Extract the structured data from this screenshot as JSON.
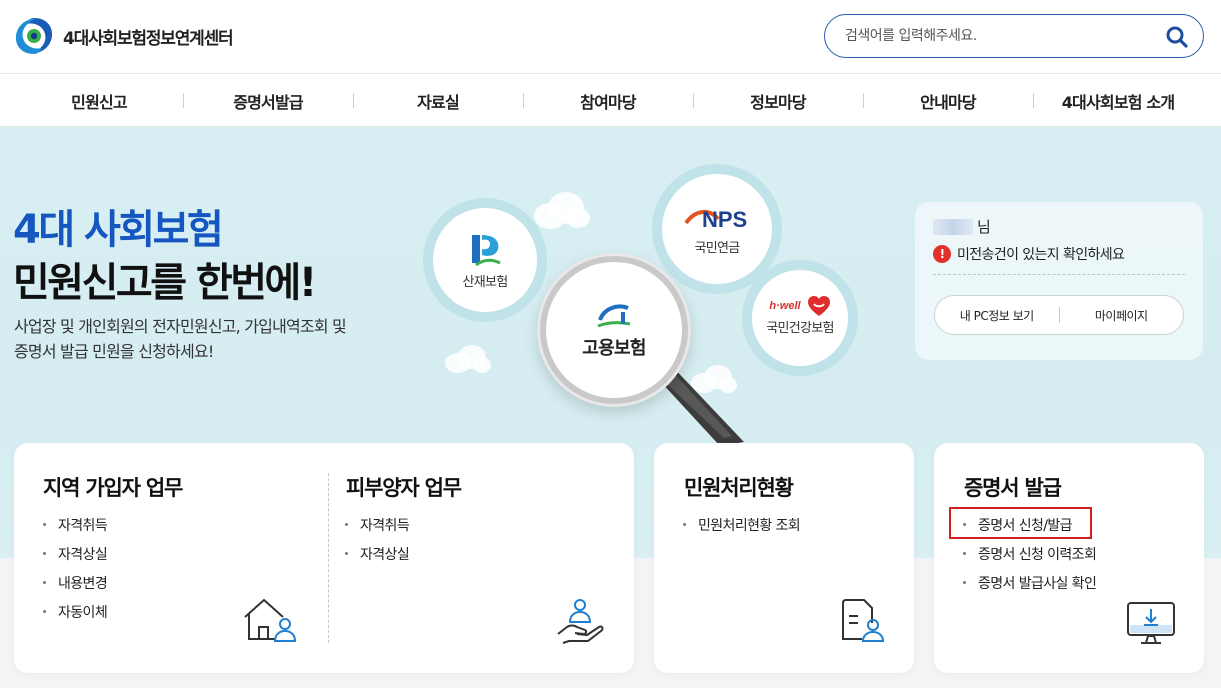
{
  "header": {
    "site_title": "4대사회보험정보연계센터",
    "search_placeholder": "검색어를 입력해주세요."
  },
  "nav": {
    "items": [
      "민원신고",
      "증명서발급",
      "자료실",
      "참여마당",
      "정보마당",
      "안내마당",
      "4대사회보험 소개"
    ]
  },
  "hero": {
    "title_line1": "4대 사회보험",
    "title_line2": "민원신고를 한번에!",
    "desc_line1": "사업장 및 개인회원의 전자민원신고, 가입내역조회 및",
    "desc_line2": "증명서 발급 민원을 신청하세요!",
    "circles": {
      "sanjae": "산재보험",
      "goyong": "고용보험",
      "nps_logo": "NPS",
      "nps": "국민연금",
      "health_logo": "h·well",
      "health": "국민건강보험"
    }
  },
  "userbox": {
    "name_suffix": "님",
    "alert_text": "미전송건이 있는지 확인하세요",
    "buttons": [
      "내 PC정보 보기",
      "마이페이지"
    ]
  },
  "cards": {
    "regional": {
      "title": "지역 가입자 업무",
      "items": [
        "자격취득",
        "자격상실",
        "내용변경",
        "자동이체"
      ]
    },
    "dependent": {
      "title": "피부양자 업무",
      "items": [
        "자격취득",
        "자격상실"
      ]
    },
    "status": {
      "title": "민원처리현황",
      "items": [
        "민원처리현황 조회"
      ]
    },
    "certificate": {
      "title": "증명서 발급",
      "items": [
        "증명서 신청/발급",
        "증명서 신청 이력조회",
        "증명서 발급사실 확인"
      ]
    }
  },
  "colors": {
    "brand_blue": "#1556c0",
    "search_border": "#2a5caa",
    "alert_red": "#e0322b",
    "highlight_red": "#d21f1f",
    "hero_bg": "#d8eef3"
  },
  "icons": {
    "logo": "site-logo-icon",
    "search": "search-icon",
    "alert": "alert-icon",
    "house_user": "house-user-icon",
    "hand_user": "hand-user-icon",
    "document_user": "document-user-icon",
    "monitor_download": "monitor-download-icon",
    "magnifier": "magnifier-icon"
  }
}
